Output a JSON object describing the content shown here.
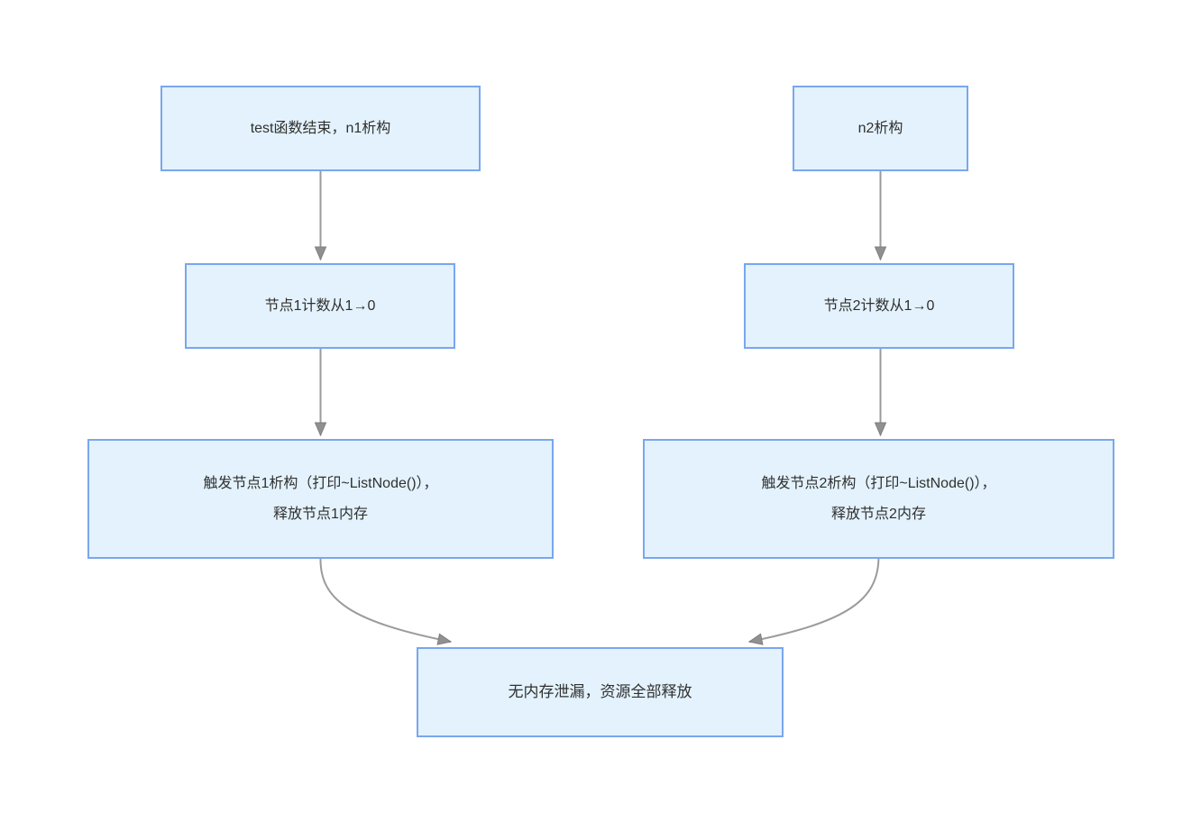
{
  "diagram": {
    "type": "flowchart",
    "colors": {
      "background": "#ffffff",
      "node_fill": "#e3f2fc",
      "node_border": "#79a7ee",
      "text": "#303030",
      "arrow": "#9b9b9b"
    },
    "nodes": {
      "n1_destruct": "test函数结束，n1析构",
      "n2_destruct": "n2析构",
      "node1_count": "节点1计数从1→0",
      "node2_count": "节点2计数从1→0",
      "node1_free": "触发节点1析构（打印~ListNode()），\n释放节点1内存",
      "node2_free": "触发节点2析构（打印~ListNode()），\n释放节点2内存",
      "result": "无内存泄漏，资源全部释放"
    },
    "edges": [
      {
        "from": "n1_destruct",
        "to": "node1_count"
      },
      {
        "from": "n2_destruct",
        "to": "node2_count"
      },
      {
        "from": "node1_count",
        "to": "node1_free"
      },
      {
        "from": "node2_count",
        "to": "node2_free"
      },
      {
        "from": "node1_free",
        "to": "result"
      },
      {
        "from": "node2_free",
        "to": "result"
      }
    ]
  }
}
